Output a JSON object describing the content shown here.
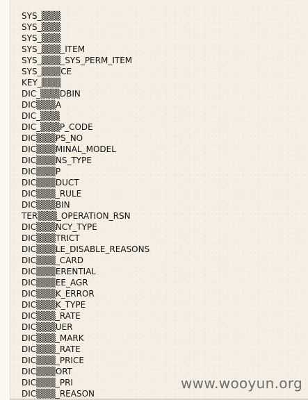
{
  "table_names": [
    "SYS_▒▒▒",
    "SYS_▒▒▒",
    "SYS_▒▒▒",
    "SYS_▒▒▒_ITEM",
    "SYS_▒▒▒_SYS_PERM_ITEM",
    "SYS_▒▒▒CE",
    "KEY_▒▒▒",
    "DIC_▒▒▒DBIN",
    "DIC▒▒▒A",
    "DIC_▒▒▒",
    "DIC_▒▒▒P_CODE",
    "DIC▒▒▒PS_NO",
    "DIC▒▒▒MINAL_MODEL",
    "DIC▒▒▒NS_TYPE",
    "DIC▒▒▒P",
    "DIC▒▒▒DUCT",
    "DIC▒▒▒_RULE",
    "DIC▒▒▒BIN",
    "TER▒▒▒_OPERATION_RSN",
    "DIC▒▒▒NCY_TYPE",
    "DIC▒▒▒TRICT",
    "DIC▒▒▒LE_DISABLE_REASONS",
    "DIC▒▒▒_CARD",
    "DIC▒▒▒ERENTIAL",
    "DIC▒▒▒EE_AGR",
    "DIC▒▒▒K_ERROR",
    "DIC▒▒▒K_TYPE",
    "DIC▒▒▒_RATE",
    "DIC▒▒▒UER",
    "DIC▒▒▒_MARK",
    "DIC▒▒▒_RATE",
    "DIC▒▒▒_PRICE",
    "DIC▒▒▒ORT",
    "DIC▒▒▒_PRI",
    "DIC▒▒▒_REASON"
  ],
  "watermark": "www.wooyun.org"
}
